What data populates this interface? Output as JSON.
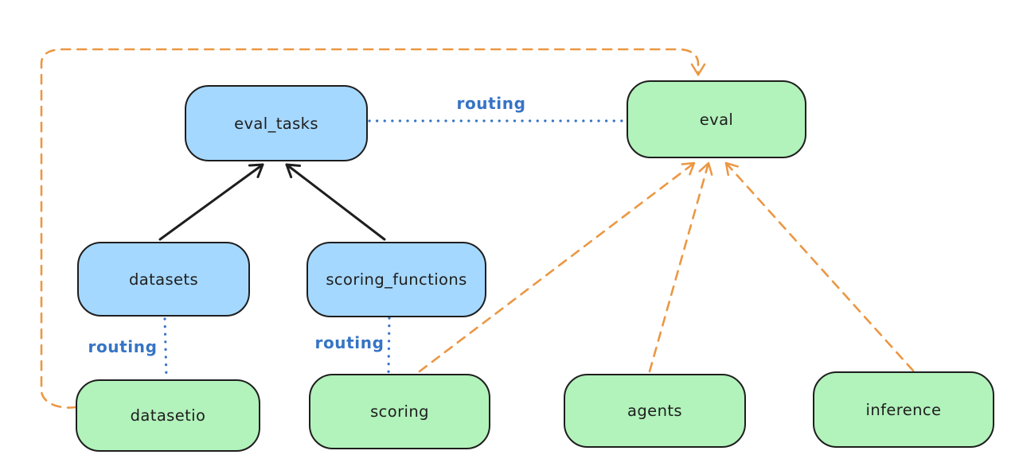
{
  "diagram": {
    "type": "architecture-graph",
    "style": "hand-drawn",
    "background": "#ffffff",
    "colors": {
      "node_stroke": "#1e1e1e",
      "blue_node_fill": "#a5d8ff",
      "green_node_fill": "#b2f2bb",
      "routing_blue": "#3674c5",
      "dependency_orange": "#eb9743",
      "arrow_black": "#1e1e1e"
    },
    "nodes": {
      "eval_tasks": {
        "label": "eval_tasks",
        "color": "blue"
      },
      "eval": {
        "label": "eval",
        "color": "green"
      },
      "datasets": {
        "label": "datasets",
        "color": "blue"
      },
      "scoring_functions": {
        "label": "scoring_functions",
        "color": "blue"
      },
      "datasetio": {
        "label": "datasetio",
        "color": "green"
      },
      "scoring": {
        "label": "scoring",
        "color": "green"
      },
      "agents": {
        "label": "agents",
        "color": "green"
      },
      "inference": {
        "label": "inference",
        "color": "green"
      }
    },
    "edge_labels": {
      "routing_top": "routing",
      "routing_datasets_datasetio": "routing",
      "routing_scoring_functions_scoring": "routing"
    },
    "edges": [
      {
        "from": "datasets",
        "to": "eval_tasks",
        "style": "solid",
        "arrow": true,
        "color": "#1e1e1e"
      },
      {
        "from": "scoring_functions",
        "to": "eval_tasks",
        "style": "solid",
        "arrow": true,
        "color": "#1e1e1e"
      },
      {
        "from": "eval_tasks",
        "to": "eval",
        "style": "dotted",
        "arrow": false,
        "label": "routing",
        "color": "#3674c5"
      },
      {
        "from": "datasets",
        "to": "datasetio",
        "style": "dotted",
        "arrow": false,
        "label": "routing",
        "color": "#3674c5"
      },
      {
        "from": "scoring_functions",
        "to": "scoring",
        "style": "dotted",
        "arrow": false,
        "label": "routing",
        "color": "#3674c5"
      },
      {
        "from": "datasetio",
        "to": "eval",
        "style": "dashed",
        "arrow": true,
        "route": "left-edge-over-top",
        "color": "#eb9743"
      },
      {
        "from": "scoring",
        "to": "eval",
        "style": "dashed",
        "arrow": true,
        "color": "#eb9743"
      },
      {
        "from": "agents",
        "to": "eval",
        "style": "dashed",
        "arrow": true,
        "color": "#eb9743"
      },
      {
        "from": "inference",
        "to": "eval",
        "style": "dashed",
        "arrow": true,
        "color": "#eb9743"
      }
    ]
  }
}
